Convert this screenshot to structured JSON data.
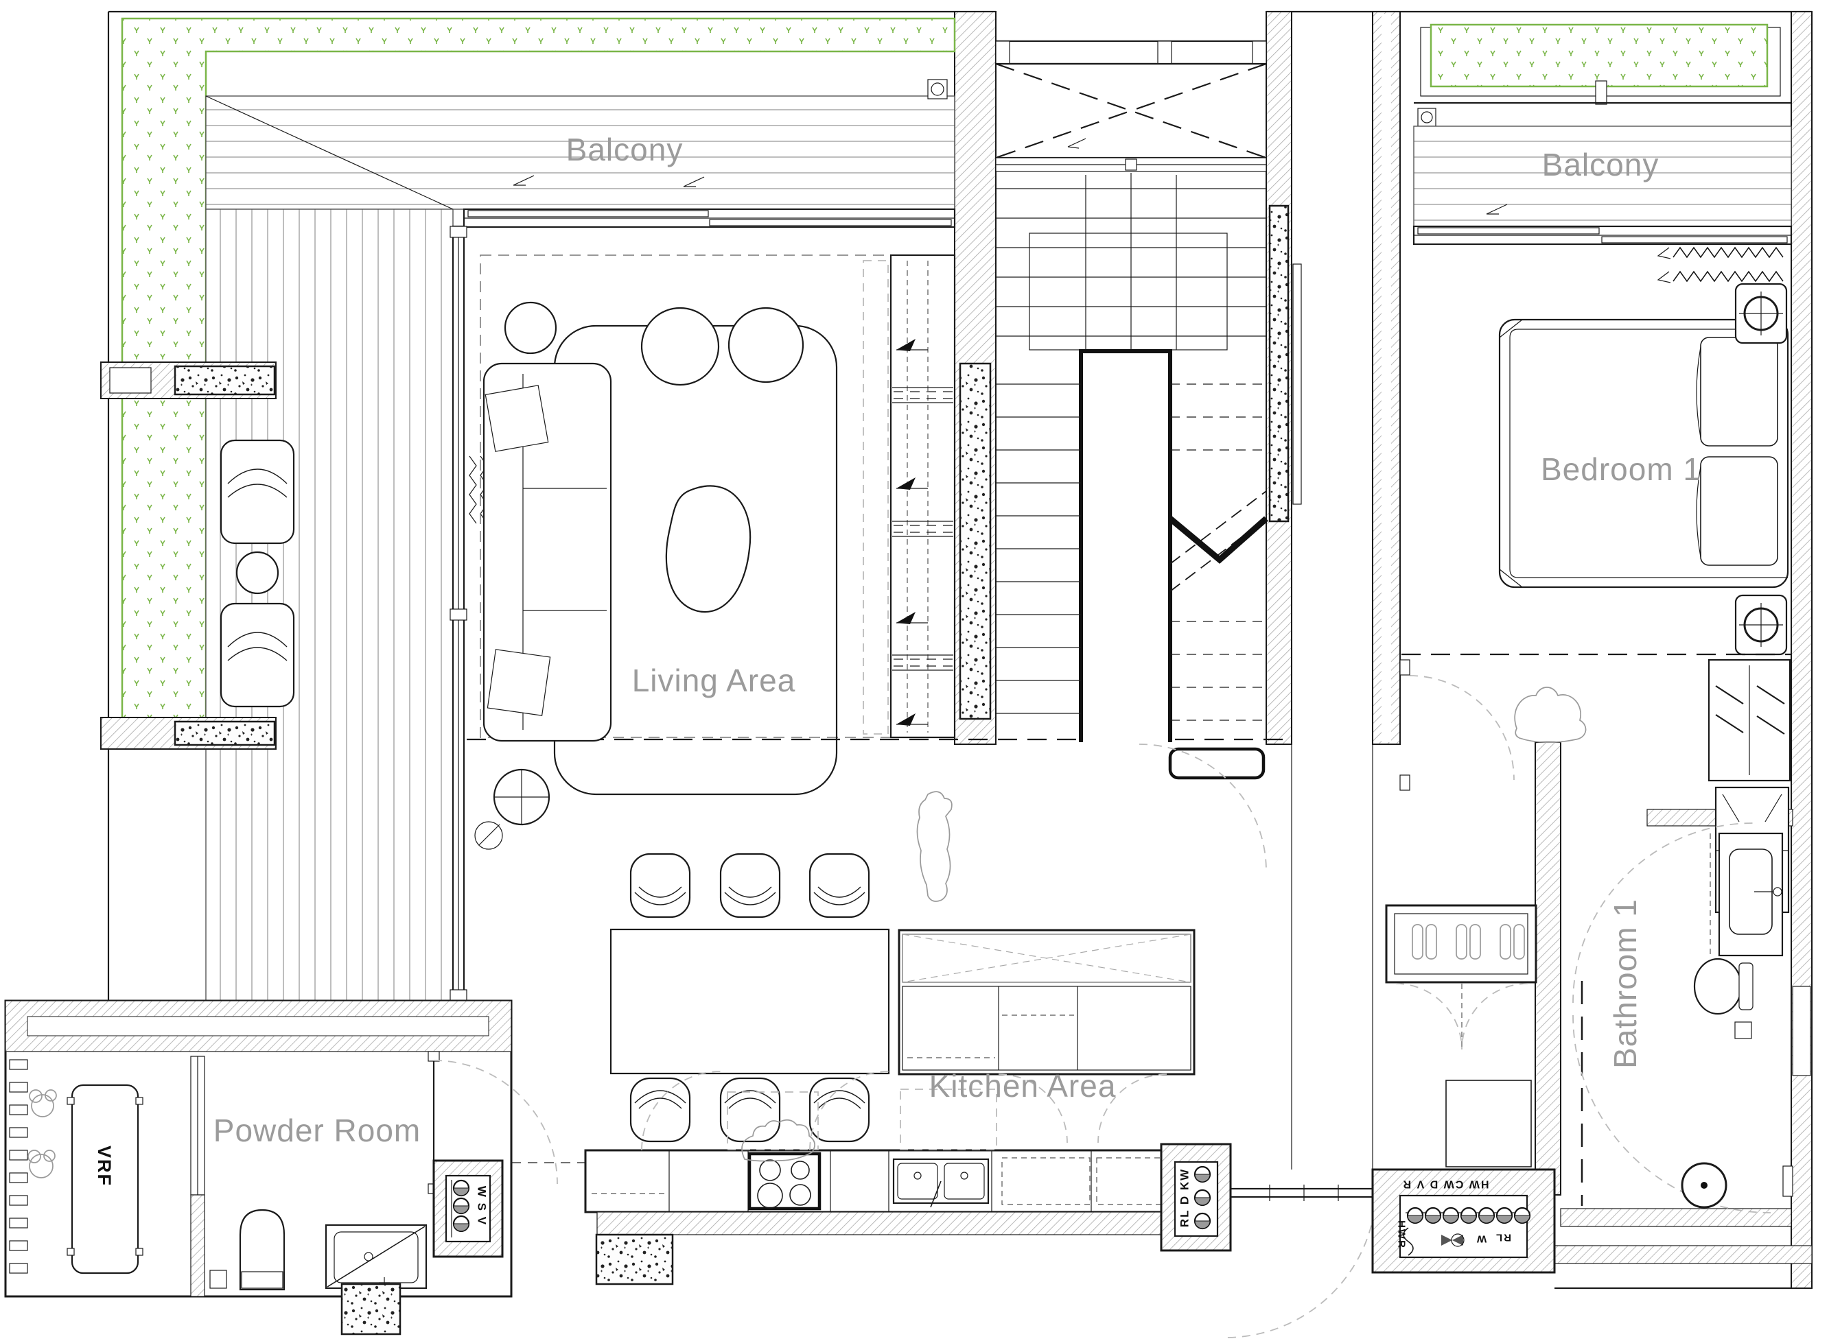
{
  "document": {
    "type": "residential-floor-plan"
  },
  "colors": {
    "line": "#1a1a1a",
    "wall_hatch": "#9a9a9a",
    "room_label": "#9b9b9b",
    "planter_green": "#7ab648",
    "deck_line": "#999999",
    "swing_dash": "#bbbbbb"
  },
  "rooms": {
    "balcony_left": "Balcony",
    "balcony_right": "Balcony",
    "living_area": "Living Area",
    "bedroom_1": "Bedroom 1",
    "powder_room": "Powder Room",
    "kitchen_area": "Kitchen Area",
    "bathroom_1": "Bathroom 1"
  },
  "equipment": {
    "vrf_unit": "VRF"
  },
  "risers": {
    "powder_shaft": "W S V",
    "kitchen_shaft": "RL D KW",
    "bath_shaft_header": "HW CW D V R",
    "bath_shaft_hwr": "HWR",
    "bath_shaft_w": "W",
    "bath_shaft_rl": "RL"
  }
}
